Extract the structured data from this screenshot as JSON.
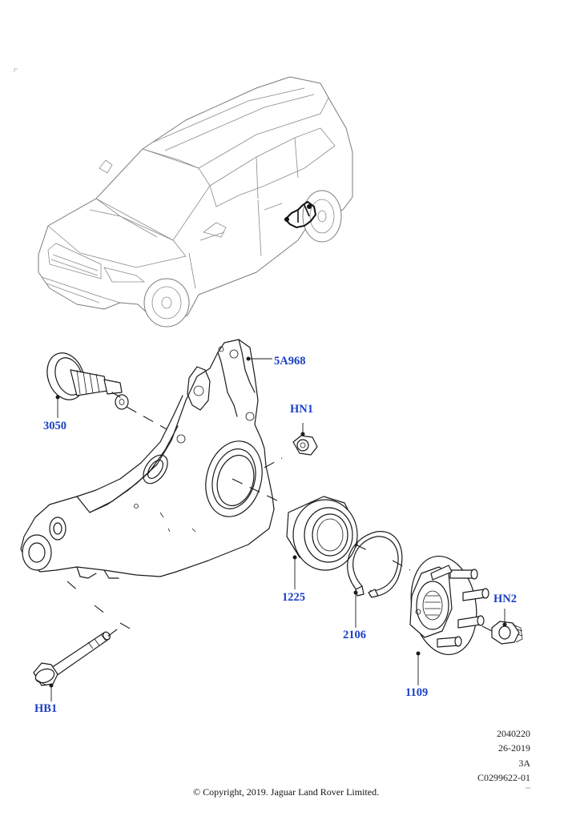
{
  "callouts": {
    "c_5a968": "5A968",
    "c_3050": "3050",
    "c_hn1": "HN1",
    "c_1225": "1225",
    "c_2106": "2106",
    "c_hn2": "HN2",
    "c_1109": "1109",
    "c_hb1": "HB1"
  },
  "meta": {
    "line1": "2040220",
    "line2": "26-2019",
    "line3": "3A",
    "line4": "C0299622-01"
  },
  "copyright": "© Copyright, 2019. Jaguar Land Rover Limited.",
  "colors": {
    "callout": "#1a3fc4",
    "line": "#1a1a1a",
    "car_outline": "#7a7a7a"
  },
  "icons": {
    "vehicle": "suv-outline-icon",
    "location_marker": "rear-suspension-location-icon"
  }
}
